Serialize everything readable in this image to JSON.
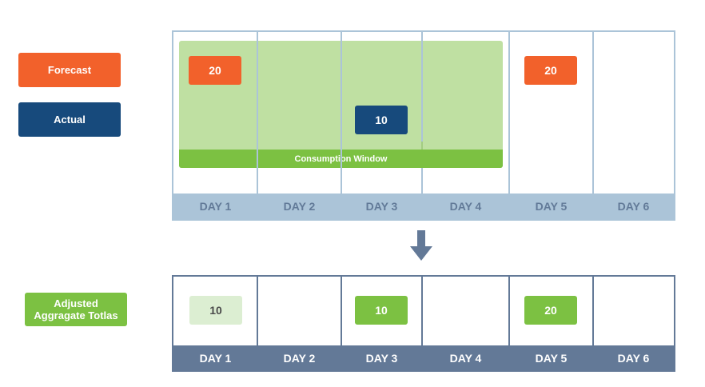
{
  "legend": {
    "forecast": "Forecast",
    "actual": "Actual",
    "adjusted_line1": "Adjusted",
    "adjusted_line2": "Aggragate Totlas"
  },
  "days": [
    "DAY 1",
    "DAY 2",
    "DAY 3",
    "DAY 4",
    "DAY 5",
    "DAY 6"
  ],
  "top": {
    "consumption_window": "Consumption Window",
    "forecast_values": [
      {
        "day": "DAY 1",
        "value": "20"
      },
      {
        "day": "DAY 5",
        "value": "20"
      }
    ],
    "actual_values": [
      {
        "day": "DAY 3",
        "value": "10"
      }
    ]
  },
  "bottom": {
    "adjusted_values": [
      {
        "day": "DAY 1",
        "value": "10"
      },
      {
        "day": "DAY 3",
        "value": "10"
      },
      {
        "day": "DAY 5",
        "value": "20"
      }
    ]
  },
  "colors": {
    "forecast": "#f2612b",
    "actual": "#174a7c",
    "adjusted": "#7cc142",
    "window_fill": "#bfe0a2",
    "top_border": "#abc4d8",
    "bottom_border": "#637997"
  }
}
